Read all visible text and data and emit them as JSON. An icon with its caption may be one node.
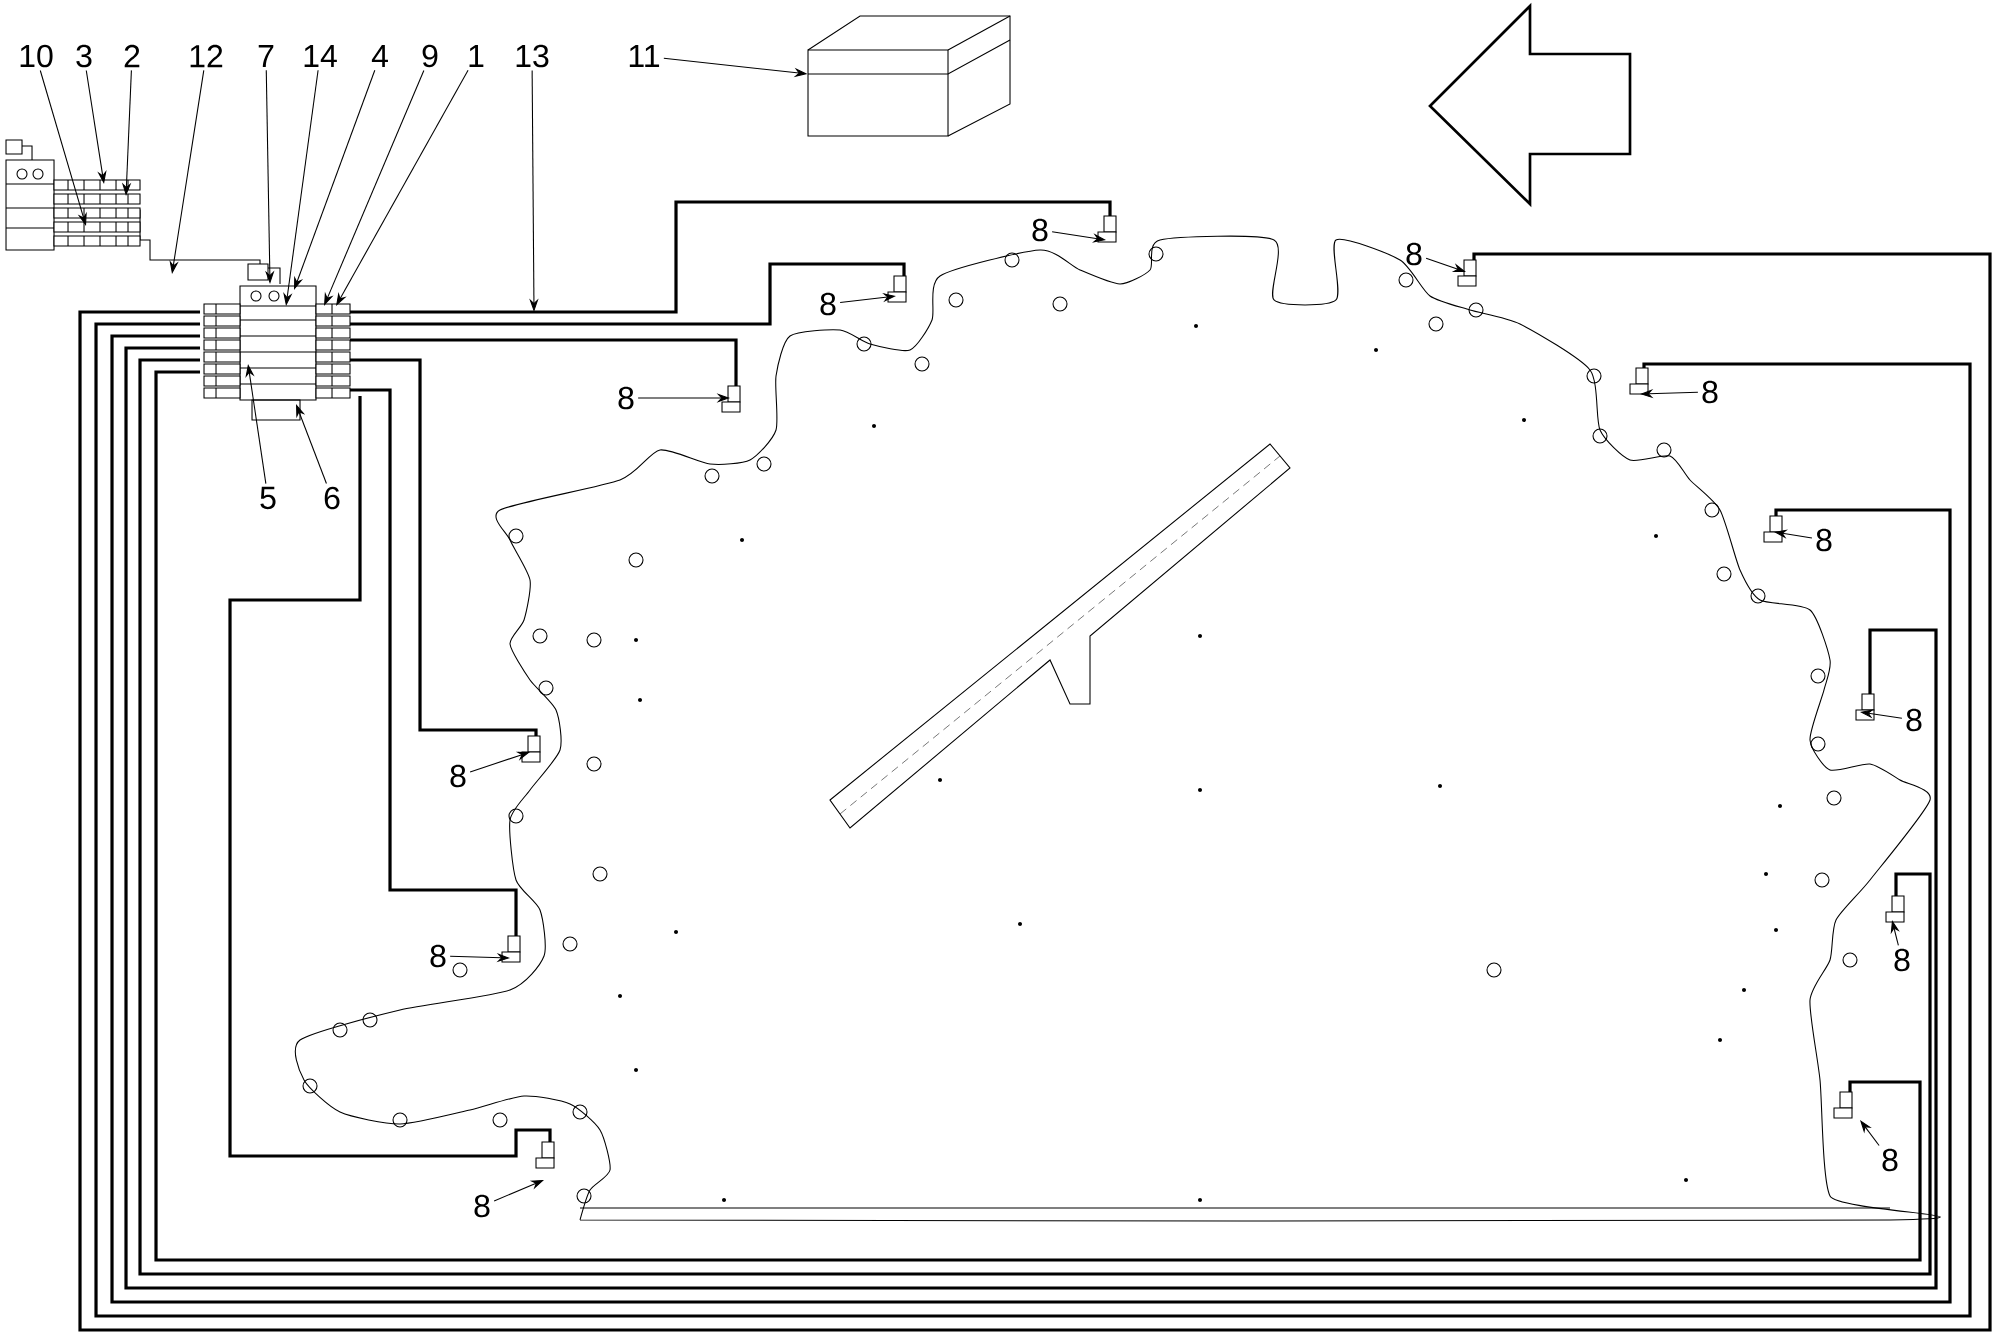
{
  "diagram": {
    "nodes": [
      {
        "text": [
          "10"
        ]
      },
      {
        "text": [
          "3"
        ]
      },
      {
        "text": [
          "2"
        ]
      },
      {
        "text": [
          "12"
        ]
      },
      {
        "text": [
          "7"
        ]
      },
      {
        "text": [
          "14"
        ]
      },
      {
        "text": [
          "4"
        ]
      },
      {
        "text": [
          "9"
        ]
      },
      {
        "text": [
          "1"
        ]
      },
      {
        "text": [
          "13"
        ]
      },
      {
        "text": [
          "11"
        ]
      },
      {
        "text": [
          "5"
        ]
      },
      {
        "text": [
          "6"
        ]
      },
      {
        "text": [
          "8"
        ]
      },
      {
        "text": [
          "8"
        ]
      },
      {
        "text": [
          "8"
        ]
      },
      {
        "text": [
          "8"
        ]
      },
      {
        "text": [
          "8"
        ]
      },
      {
        "text": [
          "8"
        ]
      },
      {
        "text": [
          "8"
        ]
      },
      {
        "text": [
          "8"
        ]
      },
      {
        "text": [
          "8"
        ]
      },
      {
        "text": [
          "8"
        ]
      },
      {
        "text": [
          "8"
        ]
      },
      {
        "text": [
          "8"
        ]
      },
      {
        "text": [],
        "shape": "box"
      }
    ],
    "edges": [
      {
        "from": 0,
        "to": null,
        "arrow": "to"
      },
      {
        "from": 1,
        "to": null,
        "arrow": "to"
      },
      {
        "from": 2,
        "to": null,
        "arrow": "to"
      },
      {
        "from": 3,
        "to": null,
        "arrow": "to"
      },
      {
        "from": 4,
        "to": null,
        "arrow": "to"
      },
      {
        "from": 5,
        "to": null,
        "arrow": "to"
      },
      {
        "from": 6,
        "to": null,
        "arrow": "to"
      },
      {
        "from": 7,
        "to": null,
        "arrow": "to"
      },
      {
        "from": 8,
        "to": null,
        "arrow": "to"
      },
      {
        "from": 9,
        "to": null,
        "arrow": "to"
      },
      {
        "from": 10,
        "to": 25,
        "arrow": "to"
      },
      {
        "from": 11,
        "to": null,
        "arrow": "to"
      },
      {
        "from": 12,
        "to": null,
        "arrow": "to"
      },
      {
        "from": 13,
        "to": null,
        "arrow": "to"
      },
      {
        "from": 14,
        "to": null,
        "arrow": "to"
      },
      {
        "from": 15,
        "to": null,
        "arrow": "to"
      },
      {
        "from": 16,
        "to": null,
        "arrow": "to"
      },
      {
        "from": 17,
        "to": null,
        "arrow": "to"
      },
      {
        "from": 18,
        "to": null,
        "arrow": "to"
      },
      {
        "from": 19,
        "to": null,
        "arrow": "to"
      },
      {
        "from": 20,
        "to": null,
        "arrow": "to"
      },
      {
        "from": 21,
        "to": null,
        "arrow": "to"
      },
      {
        "from": 22,
        "to": null,
        "arrow": "to"
      },
      {
        "from": 23,
        "to": null,
        "arrow": "to"
      },
      {
        "from": 24,
        "to": null,
        "arrow": "to"
      }
    ]
  }
}
